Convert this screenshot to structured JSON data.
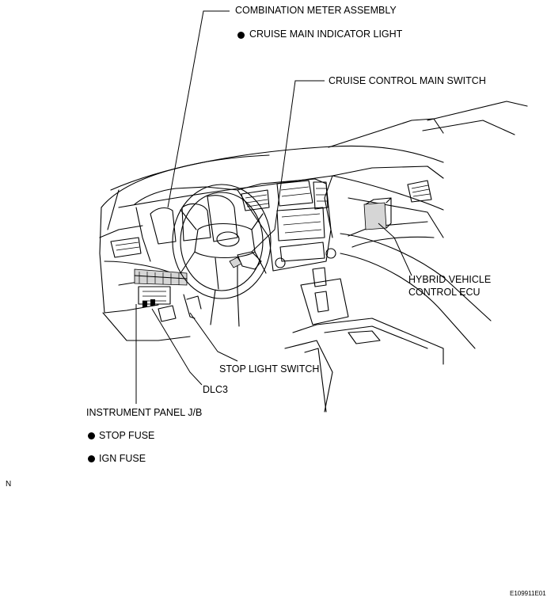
{
  "labels": {
    "combination_meter": "COMBINATION METER ASSEMBLY",
    "cruise_indicator": "CRUISE MAIN INDICATOR LIGHT",
    "cruise_switch": "CRUISE CONTROL MAIN SWITCH",
    "hybrid_ecu_line1": "HYBRID VEHICLE",
    "hybrid_ecu_line2": "CONTROL ECU",
    "stop_light_switch": "STOP LIGHT SWITCH",
    "dlc3": "DLC3",
    "instrument_panel_jb": "INSTRUMENT PANEL J/B",
    "stop_fuse": "STOP FUSE",
    "ign_fuse": "IGN FUSE",
    "corner_n": "N",
    "figure_code": "E109911E01"
  }
}
